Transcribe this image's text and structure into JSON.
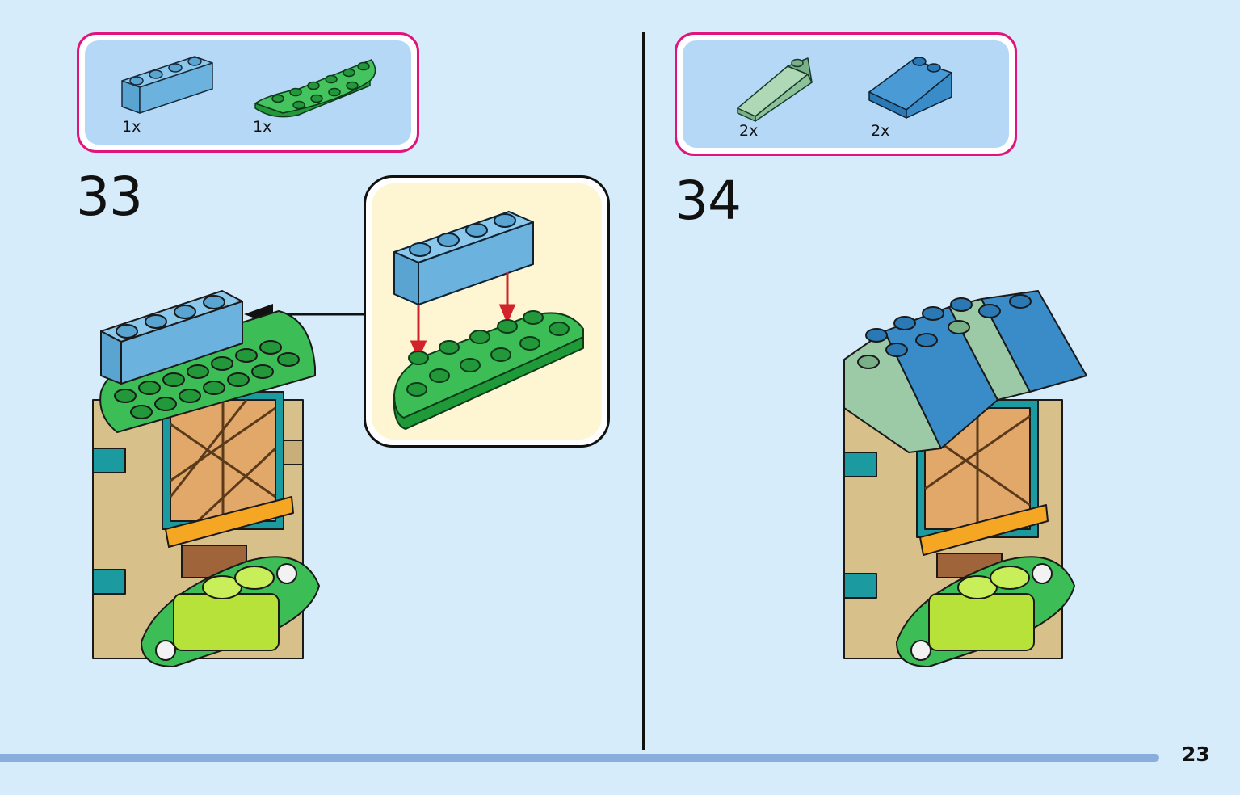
{
  "page_number": "23",
  "step_33": {
    "number": "33",
    "parts": [
      {
        "quantity": "1x",
        "part": "1x4 brick",
        "color": "#6cb2de"
      },
      {
        "quantity": "1x",
        "part": "half-round plate",
        "color": "#2fb54a"
      }
    ]
  },
  "step_34": {
    "number": "34",
    "parts": [
      {
        "quantity": "2x",
        "part": "slope",
        "color": "#9ccaa6"
      },
      {
        "quantity": "2x",
        "part": "slope",
        "color": "#3a8cc8"
      }
    ]
  },
  "colors": {
    "background": "#d6ecfa",
    "parts_border": "#e0147a",
    "parts_fill": "#b4d8f6",
    "callout_fill": "#fef5d3",
    "arrow_red": "#d2232a",
    "brick_blue": "#6cb2de",
    "plate_green": "#2fb54a",
    "slope_sand_green": "#9ccaa6",
    "slope_blue": "#3a8cc8",
    "tan": "#d8c08a",
    "teal": "#1b9aa0",
    "lime": "#b6e23a"
  }
}
